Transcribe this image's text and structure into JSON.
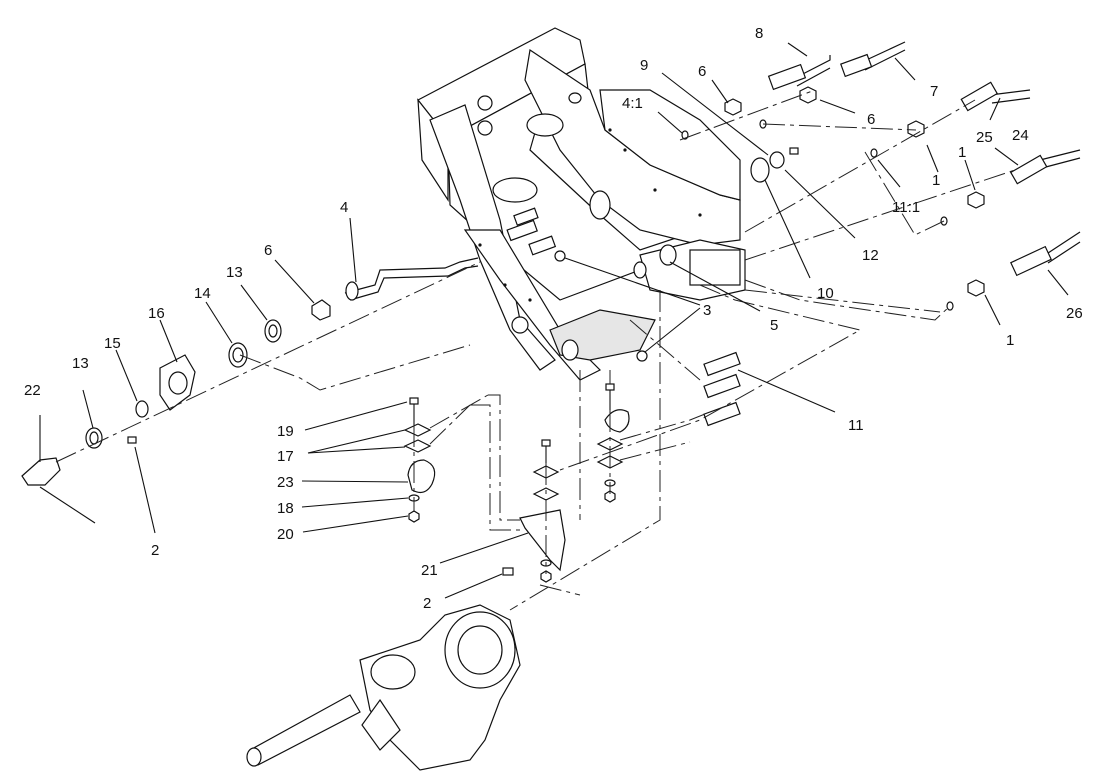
{
  "callouts": [
    {
      "id": "c22",
      "text": "22"
    },
    {
      "id": "c13a",
      "text": "13"
    },
    {
      "id": "c15",
      "text": "15"
    },
    {
      "id": "c16",
      "text": "16"
    },
    {
      "id": "c14",
      "text": "14"
    },
    {
      "id": "c13b",
      "text": "13"
    },
    {
      "id": "c6a",
      "text": "6"
    },
    {
      "id": "c4",
      "text": "4"
    },
    {
      "id": "c2a",
      "text": "2"
    },
    {
      "id": "c41",
      "text": "4:1"
    },
    {
      "id": "c9",
      "text": "9"
    },
    {
      "id": "c6b",
      "text": "6"
    },
    {
      "id": "c8",
      "text": "8"
    },
    {
      "id": "c7",
      "text": "7"
    },
    {
      "id": "c6c",
      "text": "6"
    },
    {
      "id": "c24",
      "text": "24"
    },
    {
      "id": "c25",
      "text": "25"
    },
    {
      "id": "c1a",
      "text": "1"
    },
    {
      "id": "c1b",
      "text": "1"
    },
    {
      "id": "c111",
      "text": "11:1"
    },
    {
      "id": "c12",
      "text": "12"
    },
    {
      "id": "c10",
      "text": "10"
    },
    {
      "id": "c5",
      "text": "5"
    },
    {
      "id": "c3",
      "text": "3"
    },
    {
      "id": "c26",
      "text": "26"
    },
    {
      "id": "c1c",
      "text": "1"
    },
    {
      "id": "c11",
      "text": "11"
    },
    {
      "id": "c19",
      "text": "19"
    },
    {
      "id": "c17",
      "text": "17"
    },
    {
      "id": "c23",
      "text": "23"
    },
    {
      "id": "c18",
      "text": "18"
    },
    {
      "id": "c20",
      "text": "20"
    },
    {
      "id": "c21",
      "text": "21"
    },
    {
      "id": "c2b",
      "text": "2"
    }
  ]
}
